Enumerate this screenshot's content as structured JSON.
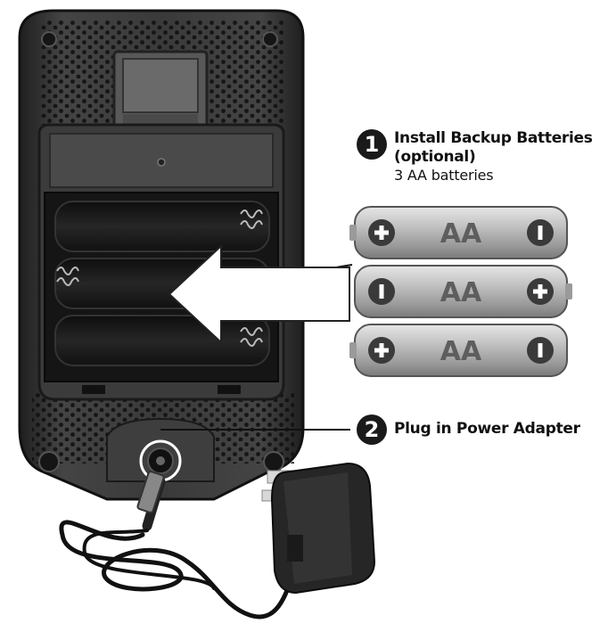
{
  "steps": [
    {
      "number": "1",
      "title_line1": "Install Backup Batteries",
      "title_line2": "(optional)",
      "subtitle": "3 AA batteries"
    },
    {
      "number": "2",
      "title_line1": "Plug in Power Adapter"
    }
  ],
  "batteries": [
    {
      "label": "AA",
      "left_terminal": "+",
      "right_terminal": "−"
    },
    {
      "label": "AA",
      "left_terminal": "−",
      "right_terminal": "+"
    },
    {
      "label": "AA",
      "left_terminal": "+",
      "right_terminal": "−"
    }
  ],
  "colors": {
    "device_body": "#2f2f2f",
    "battery_silver": "#b9b9b9",
    "arrow_fill": "#ffffff",
    "badge": "#1a1a1a"
  }
}
